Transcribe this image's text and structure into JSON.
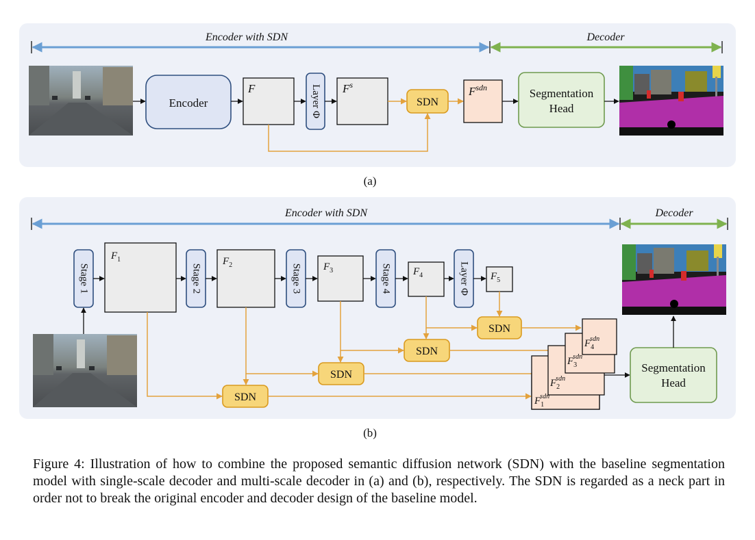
{
  "panel_a": {
    "encoder_span_label": "Encoder with SDN",
    "decoder_span_label": "Decoder",
    "encoder_label": "Encoder",
    "feature_f": "F",
    "layer_label": "Layer Φ",
    "feature_fs_base": "F",
    "feature_fs_sup": "s",
    "sdn_label": "SDN",
    "feature_fsdn_base": "F",
    "feature_fsdn_sup": "sdn",
    "seg_head_line1": "Segmentation",
    "seg_head_line2": "Head",
    "sublabel": "(a)"
  },
  "panel_b": {
    "encoder_span_label": "Encoder with SDN",
    "decoder_span_label": "Decoder",
    "stage1": "Stage 1",
    "stage2": "Stage 2",
    "stage3": "Stage 3",
    "stage4": "Stage 4",
    "layer_label": "Layer Φ",
    "f_base": "F",
    "f1_sub": "1",
    "f2_sub": "2",
    "f3_sub": "3",
    "f4_sub": "4",
    "f5_sub": "5",
    "sdn_label": "SDN",
    "sdn_sup": "sdn",
    "seg_head_line1": "Segmentation",
    "seg_head_line2": "Head",
    "sublabel": "(b)"
  },
  "caption": "Figure 4:  Illustration of how to combine the proposed semantic diffusion network (SDN) with the baseline segmentation model with single-scale decoder and multi-scale decoder in (a) and (b), respectively.  The SDN is regarded as a neck part in order not to break the original encoder and decoder design of the baseline model."
}
